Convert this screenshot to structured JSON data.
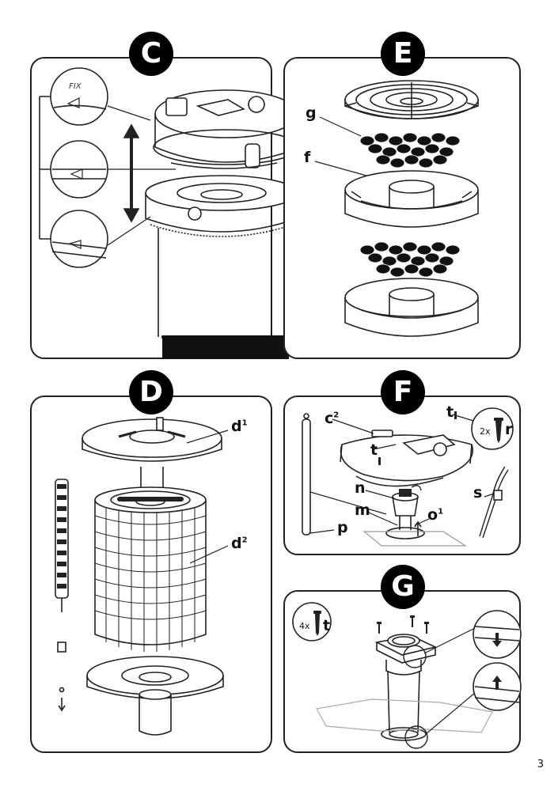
{
  "panels": {
    "c": {
      "letter": "C",
      "fix_text": "FIX"
    },
    "e": {
      "letter": "E",
      "labels": {
        "g": "g",
        "f": "f"
      }
    },
    "d": {
      "letter": "D",
      "labels": {
        "d1_base": "d",
        "d1_sup": "1",
        "d2_base": "d",
        "d2_sup": "2"
      }
    },
    "f": {
      "letter": "F",
      "labels": {
        "c2_base": "c",
        "c2_sup": "2",
        "t1": "t",
        "t2": "t",
        "qty_r": "2x",
        "r": "r",
        "n": "n",
        "m": "m",
        "o1_base": "o",
        "o1_sup": "1",
        "p": "p",
        "s": "s"
      }
    },
    "g": {
      "letter": "G",
      "labels": {
        "qty_t": "4x",
        "t": "t"
      }
    }
  },
  "page_number": "3"
}
